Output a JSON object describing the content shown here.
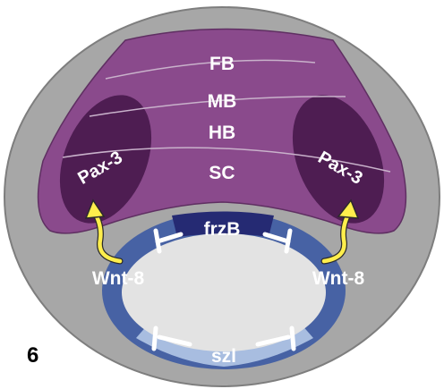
{
  "figure_number": "6",
  "regions": {
    "fb": "FB",
    "mb": "MB",
    "hb": "HB",
    "sc": "SC"
  },
  "pax3_left": "Pax-3",
  "pax3_right": "Pax-3",
  "frzb": "frzB",
  "szl": "szl",
  "wnt8_left": "Wnt-8",
  "wnt8_right": "Wnt-8",
  "colors": {
    "background_embryo": "#a7a7a7",
    "neural_plate": "#8a4a8c",
    "pax3_domain": "#4e1d52",
    "ring_dark_blue": "#4762a4",
    "frzb_domain": "#252a73",
    "szl_domain": "#a8bde0",
    "yolk": "#e3e3e3",
    "arrow": "#ffee4c"
  }
}
